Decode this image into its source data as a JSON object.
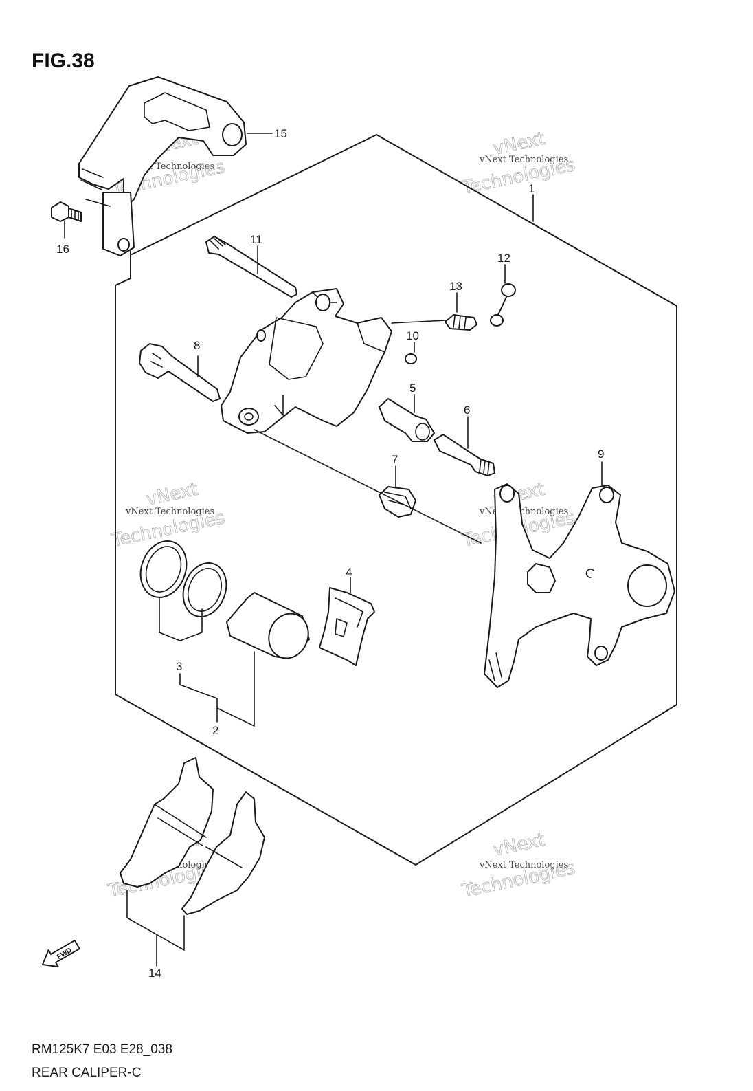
{
  "figure": {
    "title": "FIG.38",
    "model_code": "RM125K7 E03 E28_038",
    "caption": "REAR CALIPER-C"
  },
  "direction_arrow": {
    "label": "FWD",
    "icon": "fwd-arrow-icon"
  },
  "callouts": [
    "1",
    "2",
    "3",
    "4",
    "5",
    "6",
    "7",
    "8",
    "9",
    "10",
    "11",
    "12",
    "13",
    "14",
    "15",
    "16"
  ],
  "watermark": {
    "company": "vNext Technologies",
    "word1": "vNext",
    "word2": "Technologies"
  }
}
